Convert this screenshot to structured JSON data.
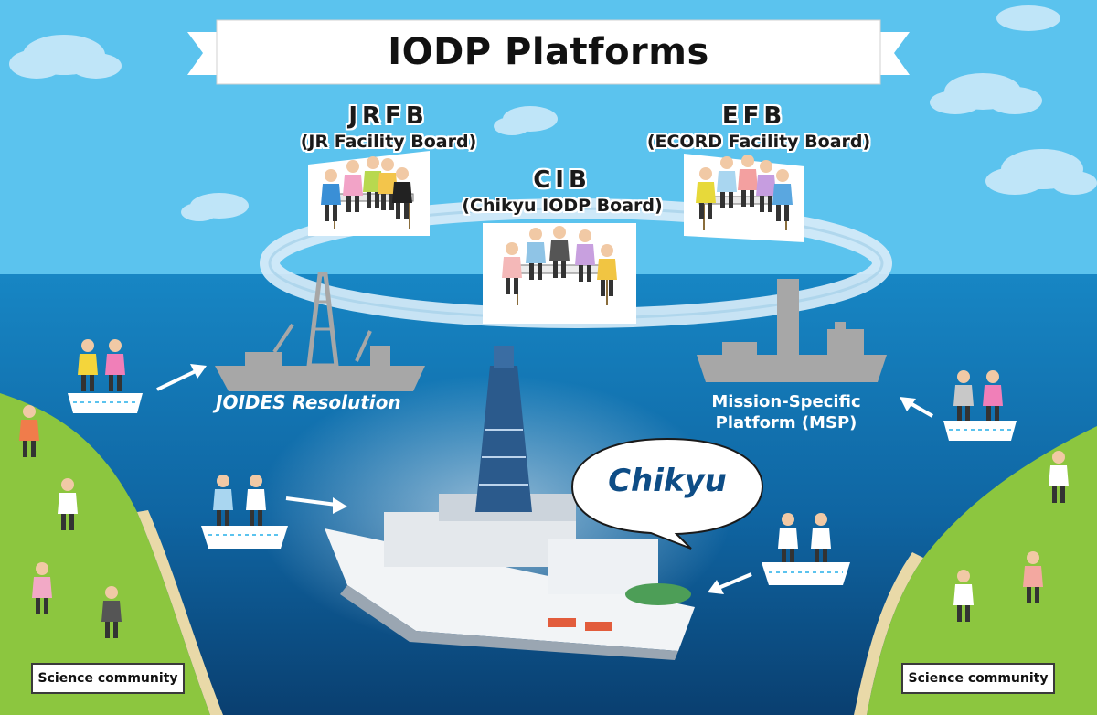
{
  "title": "IODP Platforms",
  "boards": {
    "jrfb": {
      "abbr": "JRFB",
      "full": "(JR Facility Board)"
    },
    "efb": {
      "abbr": "EFB",
      "full": "(ECORD Facility Board)"
    },
    "cib": {
      "abbr": "CIB",
      "full": "(Chikyu IODP Board)"
    }
  },
  "platforms": {
    "joides": "JOIDES Resolution",
    "msp_line1": "Mission-Specific",
    "msp_line2": "Platform (MSP)",
    "chikyu": "Chikyu"
  },
  "community_left": "Science community",
  "community_right": "Science community",
  "colors": {
    "sky": "#5bc3ee",
    "sea_top": "#1786c4",
    "sea_bottom": "#0a3f70",
    "grass": "#8cc63f",
    "ship_gray": "#a7a7a7",
    "ring": "#d7ecf8"
  }
}
